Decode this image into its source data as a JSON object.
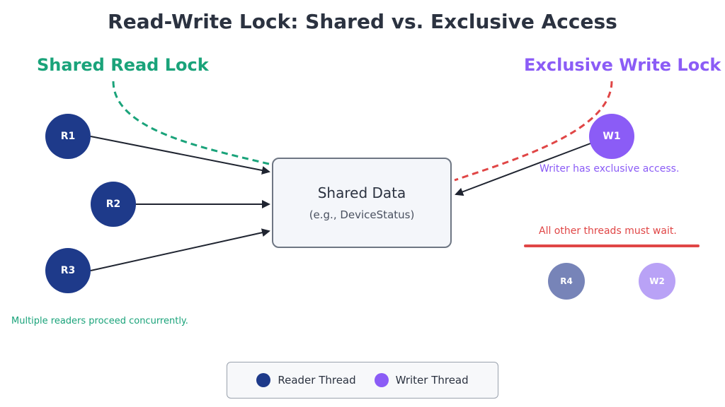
{
  "title": "Read-Write Lock: Shared vs. Exclusive Access",
  "sections": {
    "shared_label": "Shared Read Lock",
    "exclusive_label": "Exclusive Write Lock"
  },
  "shared_data": {
    "title": "Shared Data",
    "subtitle": "(e.g., DeviceStatus)"
  },
  "readers": [
    {
      "label": "R1"
    },
    {
      "label": "R2"
    },
    {
      "label": "R3"
    }
  ],
  "writer": {
    "label": "W1"
  },
  "waiting": [
    {
      "label": "R4"
    },
    {
      "label": "W2"
    }
  ],
  "notes": {
    "readers_note": "Multiple readers proceed concurrently.",
    "writer_note": "Writer has exclusive access.",
    "wait_note": "All other threads must wait."
  },
  "legend": [
    {
      "label": "Reader Thread",
      "color": "#1e3a8a"
    },
    {
      "label": "Writer Thread",
      "color": "#8b5cf6"
    }
  ],
  "colors": {
    "reader": "#1e3a8a",
    "writer": "#8b5cf6",
    "shared_accent": "#1aa37a",
    "exclusive_accent": "#e04646"
  }
}
